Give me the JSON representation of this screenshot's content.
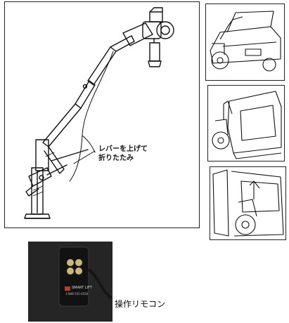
{
  "main_diagram": {
    "lever_note_line1": "レバーを上げて",
    "lever_note_line2": "折りたたみ"
  },
  "remote": {
    "caption": "操作リモコン",
    "brand_label": "SMART LIFT",
    "serial_label": "1-888-550-0550"
  }
}
